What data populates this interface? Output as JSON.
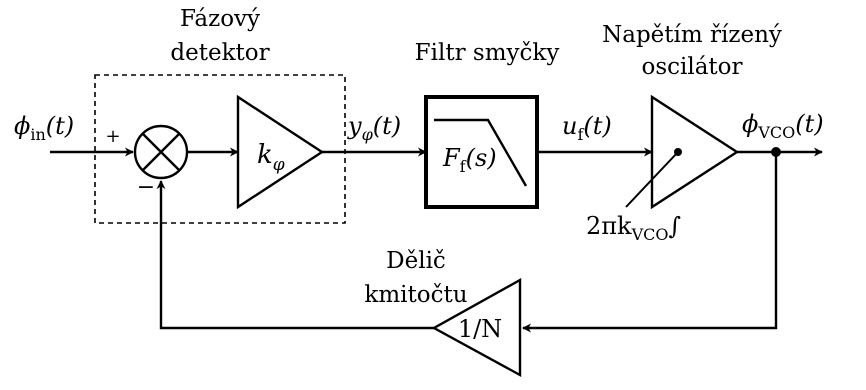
{
  "blocks": {
    "phase_detector": {
      "title_line1": "Fázový",
      "title_line2": "detektor",
      "gain_symbol": "k",
      "gain_sub": "φ"
    },
    "loop_filter": {
      "title": "Filtr smyčky",
      "tf_symbol": "F",
      "tf_sub": "f",
      "tf_arg": "(s)"
    },
    "vco": {
      "title_line1": "Napětím řízený",
      "title_line2": "oscilátor",
      "gain_prefix": "2πk",
      "gain_sub": "VCO",
      "gain_suffix": "∫"
    },
    "divider": {
      "title_line1": "Dělič",
      "title_line2": "kmitočtu",
      "ratio": "1/N"
    }
  },
  "signals": {
    "input": {
      "symbol": "ϕ",
      "sub": "in",
      "arg": "(t)"
    },
    "detector_out": {
      "symbol": "y",
      "sub": "φ",
      "arg": "(t)"
    },
    "filter_out": {
      "symbol": "u",
      "sub": "f",
      "arg": "(t)"
    },
    "output": {
      "symbol": "ϕ",
      "sub": "VCO",
      "arg": "(t)"
    }
  },
  "summing_junction": {
    "plus": "+",
    "minus": "−"
  }
}
